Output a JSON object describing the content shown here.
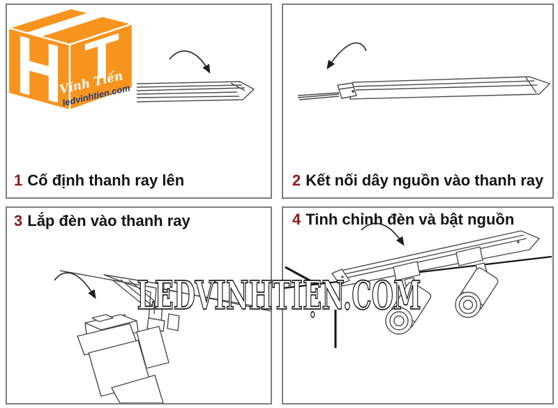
{
  "logo": {
    "letter_left": "H",
    "letter_right": "T",
    "brand": "Vĩnh Tiến",
    "website": "ledvinhtien.com"
  },
  "watermark": "LEDVINHTIẸN.COM",
  "steps": [
    {
      "number": "1",
      "label": "Cố định thanh ray lên"
    },
    {
      "number": "2",
      "label": "Kết nối dây nguồn vào thanh ray"
    },
    {
      "number": "3",
      "label": "Lắp đèn vào thanh ray"
    },
    {
      "number": "4",
      "label": "Tinh chỉnh đèn và bật nguồn"
    }
  ],
  "colors": {
    "accent_orange": "#F7941E",
    "step_number": "#8B1A1A",
    "panel_border": "#7D7D7D",
    "website_text": "#1D3E7C",
    "watermark_outline": "#1A1A1A",
    "drawing_line": "#4A4A4A"
  }
}
